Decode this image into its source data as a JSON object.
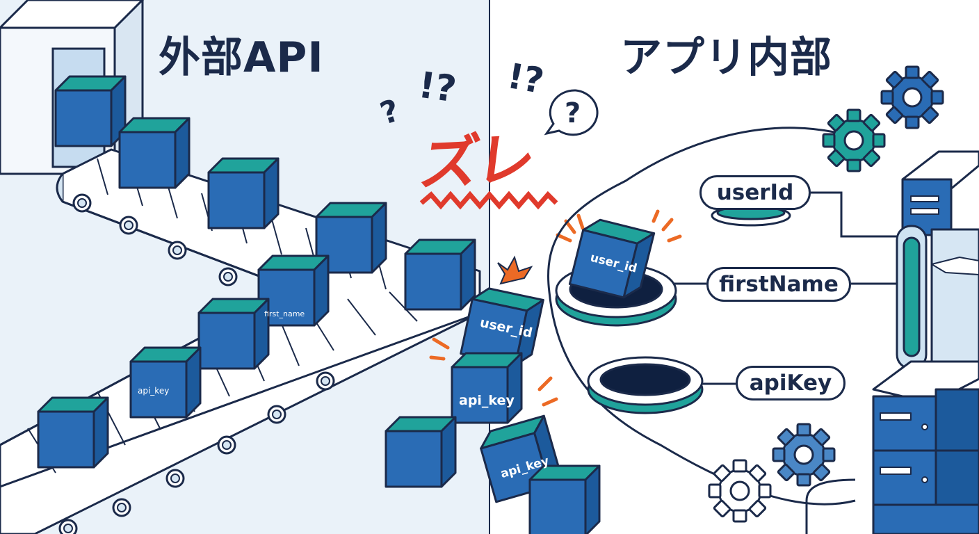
{
  "titles": {
    "left": "外部API",
    "right": "アプリ内部"
  },
  "mismatch_label": "ズレ",
  "exclamations": [
    "?",
    "!?",
    "!?",
    "?"
  ],
  "cube_labels": {
    "belt_first_name": "first_name",
    "belt_api_key": "api_key",
    "falling_user_id": "user_id",
    "falling_api_key": "api_key",
    "tumbling_api_key": "api_key",
    "stuck_user_id": "user_id"
  },
  "fields": {
    "userId": "userId",
    "firstName": "firstName",
    "apiKey": "apiKey"
  },
  "colors": {
    "navy": "#1b2a4a",
    "cube_blue": "#2a6cb5",
    "cube_teal": "#20a39b",
    "alert_red": "#e03a2c",
    "alert_orange": "#ec6a25",
    "left_bg": "#eaf2f9",
    "right_bg": "#ffffff",
    "gear_blue": "#2a6cb5"
  },
  "icons": [
    "gear-icon",
    "server-icon",
    "slot-icon",
    "speech-bubble-icon",
    "burst-icon",
    "conveyor-belt-icon"
  ]
}
